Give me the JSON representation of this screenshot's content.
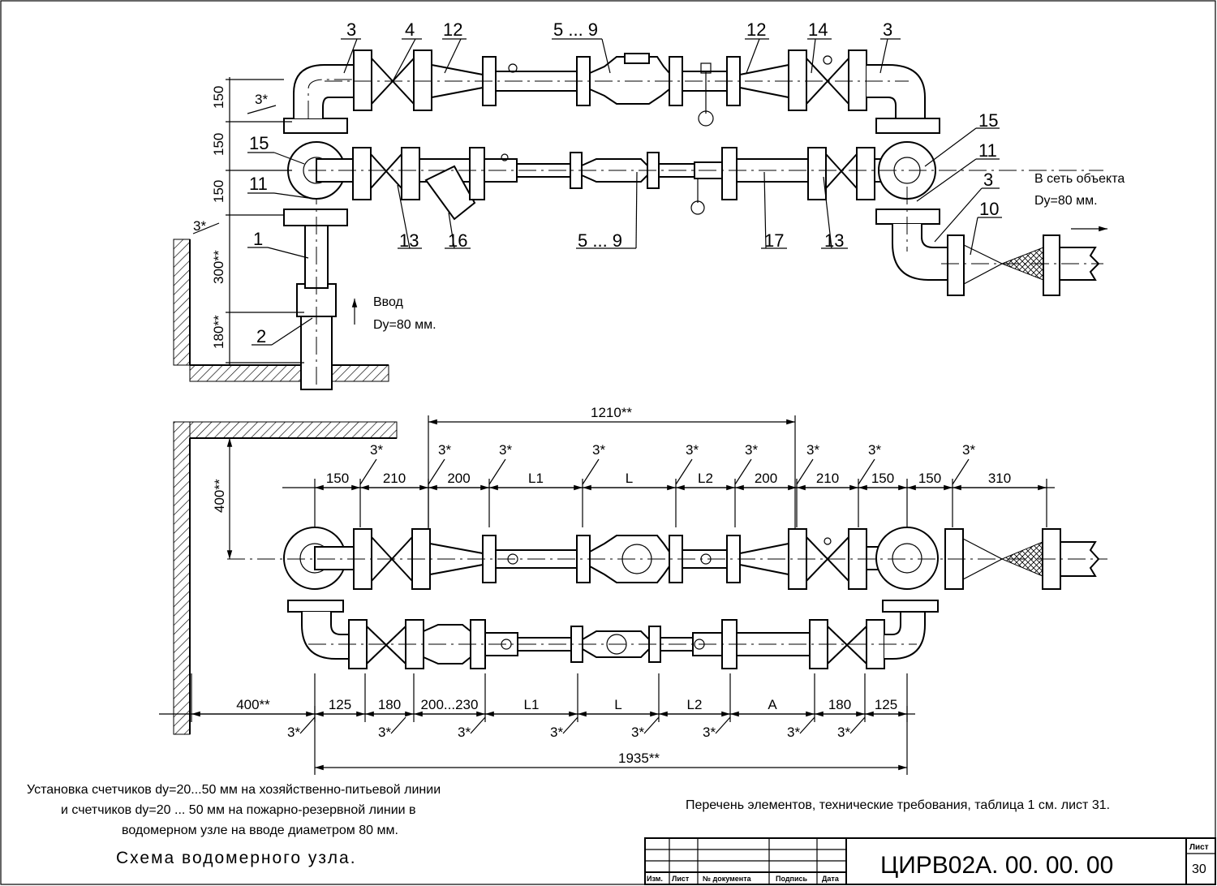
{
  "top_view": {
    "labels": {
      "l3a": "3",
      "l4": "4",
      "l12a": "12",
      "l59a": "5 ... 9",
      "l12b": "12",
      "l14": "14",
      "l3b": "3",
      "l15a": "15",
      "l11a": "11",
      "l1": "1",
      "l2": "2",
      "l13a": "13",
      "l16": "16",
      "l59b": "5 ... 9",
      "l17": "17",
      "l13b": "13",
      "l15b": "15",
      "l11b": "11",
      "l3c": "3",
      "l10": "10"
    },
    "dims": {
      "d150a": "150",
      "d150b": "150",
      "d150c": "150",
      "d300": "300**",
      "d180": "180**",
      "s3a": "3*",
      "s3b": "3*"
    },
    "inlet": {
      "line1": "Ввод",
      "line2": "Dy=80 мм."
    },
    "outlet": {
      "line1": "В сеть объекта",
      "line2": "Dy=80 мм."
    }
  },
  "bottom_view": {
    "dim_1210": "1210**",
    "dim_400v": "400**",
    "top_dims": [
      "150",
      "210",
      "200",
      "L1",
      "L",
      "L2",
      "200",
      "210",
      "150",
      "150",
      "310"
    ],
    "top_stars": [
      "3*",
      "3*",
      "3*",
      "3*",
      "3*",
      "3*",
      "3*",
      "3*",
      "3*"
    ],
    "bottom_dims": [
      "400**",
      "125",
      "180",
      "200...230",
      "L1",
      "L",
      "L2",
      "А",
      "180",
      "125"
    ],
    "bottom_stars": [
      "3*",
      "3*",
      "3*",
      "3*",
      "3*",
      "3*",
      "3*",
      "3*"
    ],
    "dim_1935": "1935**"
  },
  "notes": {
    "desc_line1": "Установка счетчиков dy=20...50 мм на хозяйственно-питьевой линии",
    "desc_line2": "и счетчиков dy=20 ... 50 мм на пожарно-резервной линии в",
    "desc_line3": "водомерном узле на вводе диаметром 80 мм.",
    "reference": "Перечень элементов, технические требования, таблица 1 см. лист 31.",
    "scheme_title": "Схема водомерного узла."
  },
  "title_block": {
    "code": "ЦИРВ02А. 00. 00. 00",
    "sheet_label": "Лист",
    "sheet_num": "30",
    "col_izm": "Изм.",
    "col_list": "Лист",
    "col_doc": "№ документа",
    "col_sign": "Подпись",
    "col_date": "Дата"
  }
}
